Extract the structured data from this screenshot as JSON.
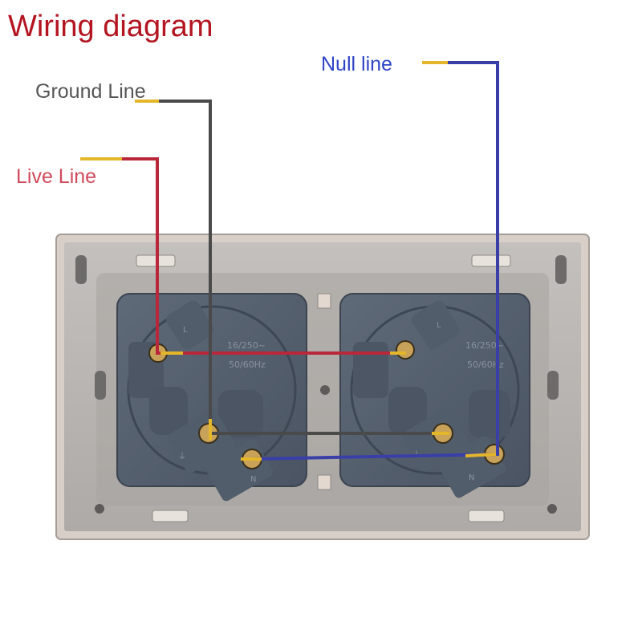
{
  "title": "Wiring diagram",
  "wires": {
    "ground": {
      "label": "Ground Line",
      "color": "#4a4a4a"
    },
    "live": {
      "label": "Live Line",
      "color": "#b8283a"
    },
    "null": {
      "label": "Null line",
      "color": "#3a3fa8"
    }
  },
  "sockets": [
    {
      "name": "left",
      "rating_line1": "16/250~",
      "rating_line2": "50/60Hz",
      "terminal_live": "L",
      "terminal_neutral": "N",
      "terminal_ground": "⏚"
    },
    {
      "name": "right",
      "rating_line1": "16/250~",
      "rating_line2": "50/60Hz",
      "terminal_live": "L",
      "terminal_neutral": "N",
      "terminal_ground": "⏚"
    }
  ],
  "colors": {
    "title": "#b31521",
    "ground_label": "#555555",
    "live_label": "#d24a5a",
    "null_label": "#2f45c8",
    "wire_tip": "#e4b62a",
    "plate": "#b9b6b3",
    "socket_body": "#55606f"
  }
}
